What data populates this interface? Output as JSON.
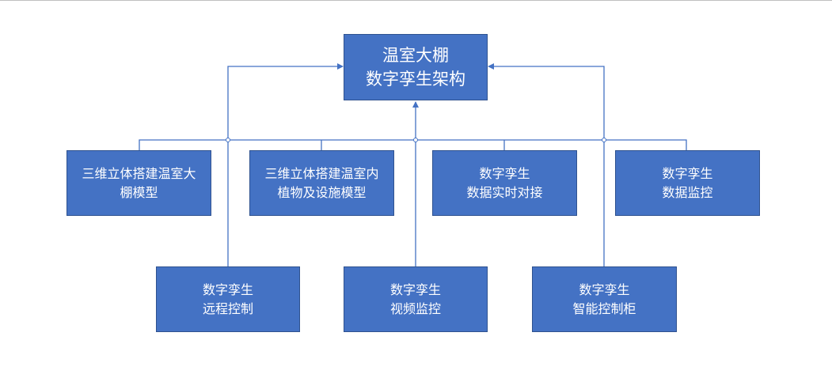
{
  "root": {
    "line1": "温室大棚",
    "line2": "数字孪生架构"
  },
  "row1": [
    {
      "line1": "三维立体搭建温室大",
      "line2": "棚模型"
    },
    {
      "line1": "三维立体搭建温室内",
      "line2": "植物及设施模型"
    },
    {
      "line1": "数字孪生",
      "line2": "数据实时对接"
    },
    {
      "line1": "数字孪生",
      "line2": "数据监控"
    }
  ],
  "row2": [
    {
      "line1": "数字孪生",
      "line2": "远程控制"
    },
    {
      "line1": "数字孪生",
      "line2": "视频监控"
    },
    {
      "line1": "数字孪生",
      "line2": "智能控制柜"
    }
  ],
  "colors": {
    "box_fill": "#4472c4",
    "box_border": "#2f528f",
    "connector": "#4472c4",
    "text": "#ffffff"
  }
}
